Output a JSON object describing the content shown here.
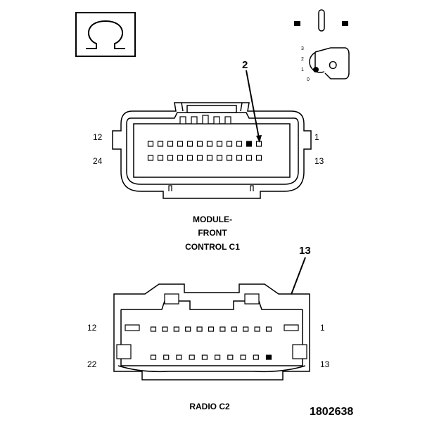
{
  "header": {
    "symbol_omega": "Ω",
    "key_position_labels": [
      "3",
      "2",
      "1",
      "0"
    ],
    "key_letter": "O"
  },
  "connector_1": {
    "name_line1": "MODULE-",
    "name_line2": "FRONT",
    "name_line3": "CONTROL C1",
    "pin_top_left": "12",
    "pin_top_right": "1",
    "pin_bottom_left": "24",
    "pin_bottom_right": "13",
    "callout": "2",
    "row1_pin_count": 12,
    "row2_pin_count": 12
  },
  "connector_2": {
    "name": "RADIO C2",
    "pin_top_left": "12",
    "pin_top_right": "1",
    "pin_bottom_left": "22",
    "pin_bottom_right": "13",
    "callout": "13",
    "row1_pin_count": 11,
    "row2_pin_count": 10
  },
  "figure_number": "1802638"
}
